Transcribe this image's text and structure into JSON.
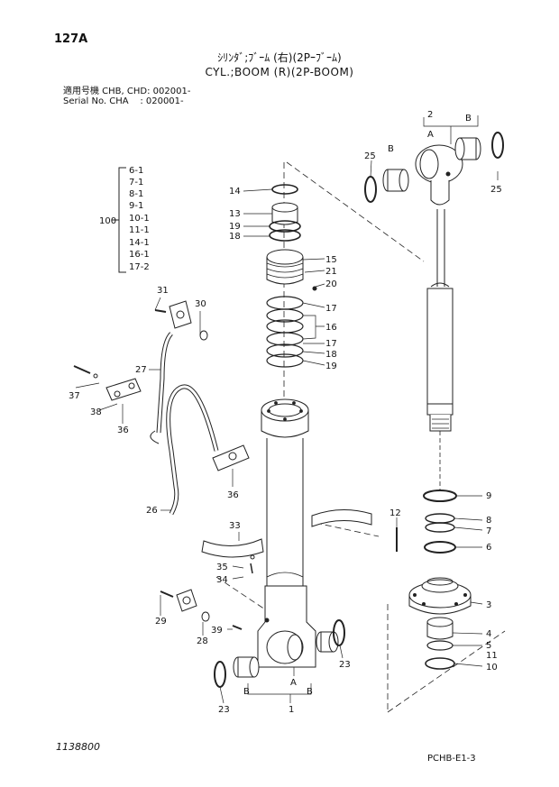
{
  "header": {
    "page_no": "127A",
    "title_jp": "ｼﾘﾝﾀﾞ;ﾌﾞｰﾑ (右)(2Pｰﾌﾞｰﾑ)",
    "title_en": "CYL.;BOOM (R)(2P-BOOM)",
    "model_line": "適用号機 CHB, CHD: 002001-",
    "serial_line": "Serial No. CHA    : 020001-"
  },
  "footer": {
    "doc_no": "1138800",
    "page_code": "PCHB-E1-3"
  },
  "kit_group": {
    "label": "100",
    "items": [
      "6-1",
      "7-1",
      "8-1",
      "9-1",
      "10-1",
      "11-1",
      "14-1",
      "16-1",
      "17-2"
    ]
  },
  "callouts": {
    "c1": "1",
    "c2": "2",
    "c3": "3",
    "c4": "4",
    "c5": "5",
    "c6": "6",
    "c7": "7",
    "c8": "8",
    "c9": "9",
    "c10": "10",
    "c11": "11",
    "c12": "12",
    "c13": "13",
    "c14": "14",
    "c15": "15",
    "c16": "16",
    "c17a": "17",
    "c17b": "17",
    "c18a": "18",
    "c18b": "18",
    "c19a": "19",
    "c19b": "19",
    "c20": "20",
    "c21": "21",
    "c23a": "23",
    "c23b": "23",
    "c25a": "25",
    "c25b": "25",
    "c26": "26",
    "c27": "27",
    "c28": "28",
    "c29": "29",
    "c30": "30",
    "c31": "31",
    "c33": "33",
    "c34": "34",
    "c35": "35",
    "c36a": "36",
    "c36b": "36",
    "c37": "37",
    "c38": "38",
    "c39": "39",
    "A_top": "A",
    "A_bottom": "A",
    "B_top_left": "B",
    "B_top_right": "B",
    "B_bottom_left": "B",
    "B_bottom_right": "B"
  }
}
